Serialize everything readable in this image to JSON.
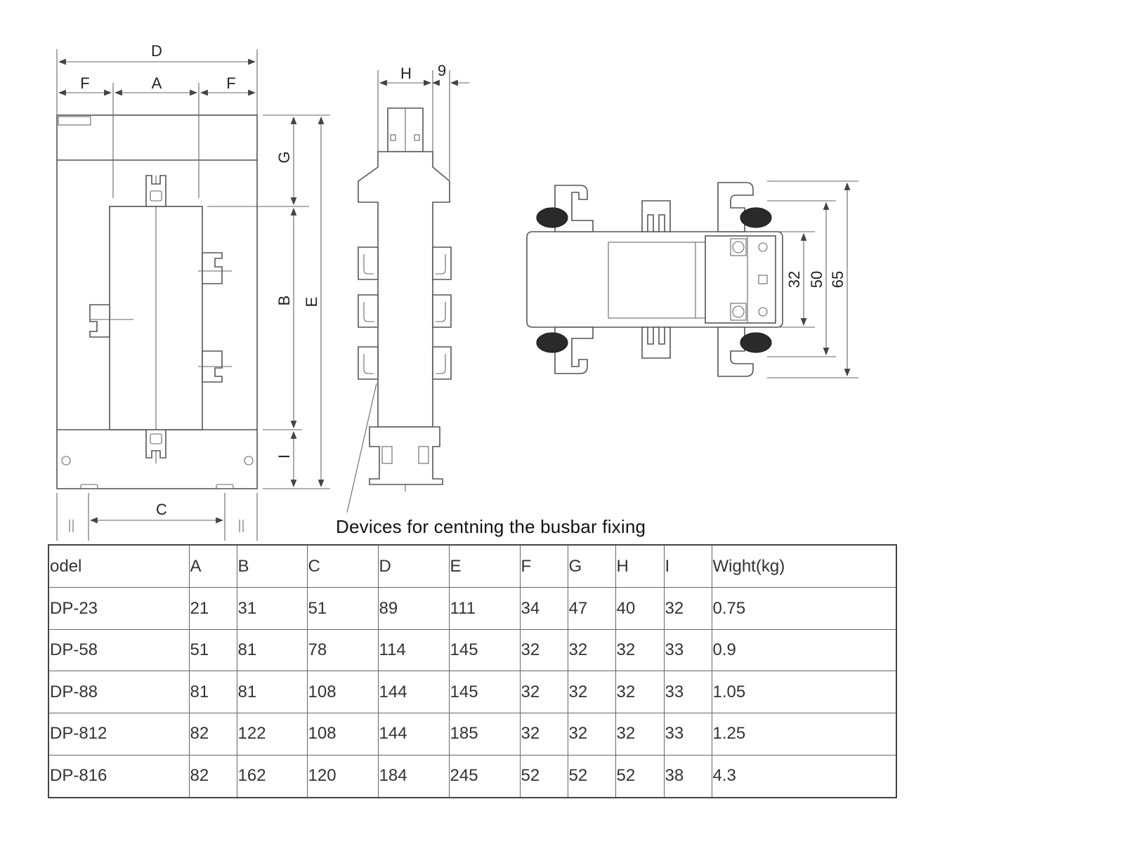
{
  "dimension_labels": {
    "D": "D",
    "F_left": "F",
    "A": "A",
    "F_right": "F",
    "G": "G",
    "B": "B",
    "E": "E",
    "I": "I",
    "C": "C",
    "H": "H",
    "nine": "9",
    "h32": "32",
    "h50": "50",
    "h65": "65"
  },
  "caption": "Devices for centning the busbar fixing",
  "table": {
    "headers": [
      "odel",
      "A",
      "B",
      "C",
      "D",
      "E",
      "F",
      "G",
      "H",
      "I",
      "Wight(kg)"
    ],
    "rows": [
      [
        "DP-23",
        "21",
        "31",
        "51",
        "89",
        "111",
        "34",
        "47",
        "40",
        "32",
        "0.75"
      ],
      [
        "DP-58",
        "51",
        "81",
        "78",
        "114",
        "145",
        "32",
        "32",
        "32",
        "33",
        "0.9"
      ],
      [
        "DP-88",
        "81",
        "81",
        "108",
        "144",
        "145",
        "32",
        "32",
        "32",
        "33",
        "1.05"
      ],
      [
        "DP-812",
        "82",
        "122",
        "108",
        "144",
        "185",
        "32",
        "32",
        "32",
        "33",
        "1.25"
      ],
      [
        "DP-816",
        "82",
        "162",
        "120",
        "184",
        "245",
        "52",
        "52",
        "52",
        "38",
        "4.3"
      ]
    ]
  },
  "colors": {
    "line": "#555555",
    "text": "#222222",
    "ring": "#2a2a2a"
  }
}
